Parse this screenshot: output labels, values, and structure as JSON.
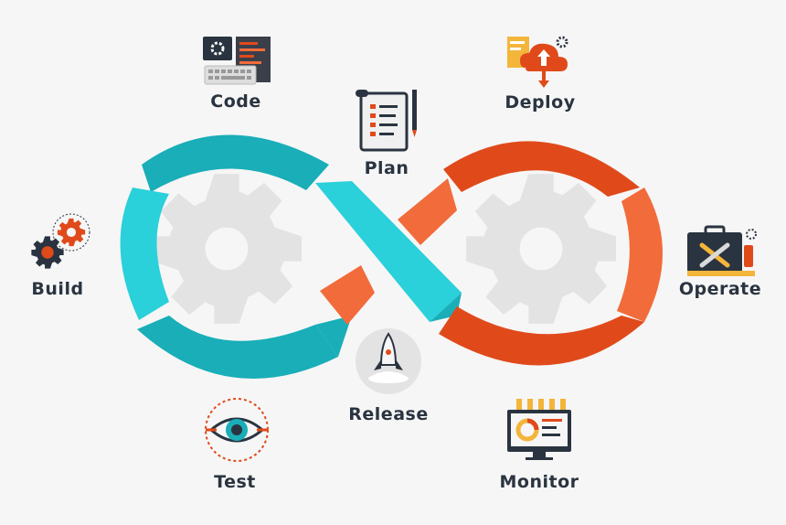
{
  "diagram": {
    "stages": {
      "plan": "Plan",
      "code": "Code",
      "build": "Build",
      "test": "Test",
      "release": "Release",
      "deploy": "Deploy",
      "operate": "Operate",
      "monitor": "Monitor"
    },
    "colors": {
      "teal": "#19aeb8",
      "teal_light": "#2ad0da",
      "orange": "#e04a1b",
      "orange_light": "#f26b3a",
      "gear": "#e3e3e3",
      "label": "#2a3440"
    },
    "icons": {
      "code": "code-editor-icon",
      "plan": "checklist-scroll-icon",
      "deploy": "cloud-upload-icon",
      "build": "gears-icon",
      "operate": "toolbox-icon",
      "test": "eye-target-icon",
      "release": "rocket-icon",
      "monitor": "dashboard-monitor-icon"
    }
  }
}
